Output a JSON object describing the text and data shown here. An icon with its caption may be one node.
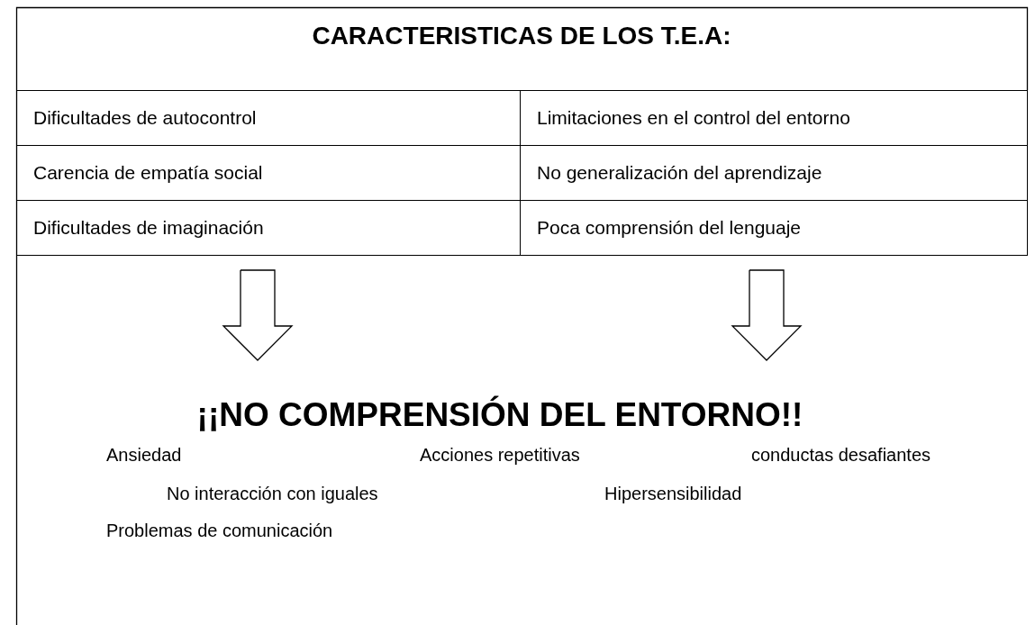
{
  "diagram": {
    "title": "CARACTERISTICAS DE LOS T.E.A:",
    "nodes": [
      {
        "text": [],
        "shape": "box"
      },
      {
        "text": [
          "Dificultades de autocontrol"
        ],
        "in": 0
      },
      {
        "text": [
          "Carencia de empatía social"
        ],
        "in": 0
      },
      {
        "text": [
          "Dificultades de imaginación"
        ],
        "in": 0
      },
      {
        "text": [],
        "shape": "box"
      },
      {
        "text": [
          "Limitaciones en el control del entorno"
        ],
        "in": 4
      },
      {
        "text": [
          "No generalización del aprendizaje"
        ],
        "in": 4
      },
      {
        "text": [
          "Poca comprensión del lenguaje"
        ],
        "in": 4
      },
      {
        "text": [
          "¡¡NO COMPRENSIÓN DEL ENTORNO!!"
        ]
      }
    ],
    "edges": [
      {
        "from": 0,
        "to": 8,
        "arrow": "to"
      },
      {
        "from": 4,
        "to": 8,
        "arrow": "to"
      }
    ],
    "labels": [
      "Ansiedad",
      "Acciones repetitivas",
      "conductas desafiantes",
      "No interacción con iguales",
      "Hipersensibilidad",
      "Problemas de comunicación"
    ]
  }
}
